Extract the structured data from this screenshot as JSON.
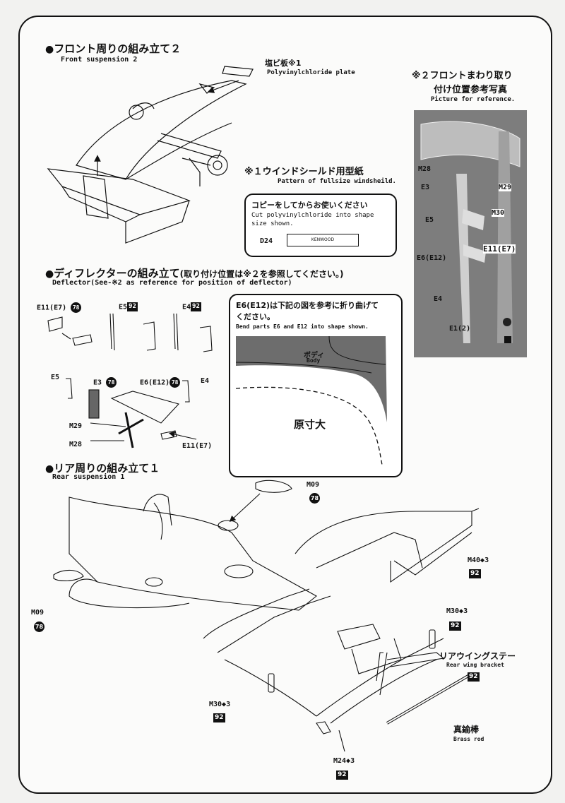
{
  "front2": {
    "title": "フロント周りの組み立て２",
    "subtitle": "Front suspension 2",
    "part_jp": "塩ビ板※1",
    "part_en": "Polyvinylchloride plate"
  },
  "reference": {
    "title_line1": "※２フロントまわり取り",
    "title_line2": "付け位置参考写真",
    "subtitle": "Picture for reference.",
    "labels": [
      "M28",
      "E3",
      "M29",
      "M30",
      "E5",
      "E11(E7)",
      "E6(E12)",
      "E4",
      "E1(2)"
    ]
  },
  "windshield": {
    "title": "※１ウインドシールド用型紙",
    "subtitle": "Pattern of fullsize windsheild.",
    "note_jp": "コピーをしてからお使いください",
    "note_en1": "Cut polyvinylchloride into shape",
    "note_en2": "size shown.",
    "part_label": "D24",
    "logo_text": "KENWOOD"
  },
  "deflector": {
    "title": "ディフレクターの組み立て",
    "title_paren": "(取り付け位置は※２を参照してください。)",
    "subtitle": "Deflector(See-※2 as reference for position of deflector)",
    "part_e11": "E11(E7)",
    "part_e5": "E5",
    "part_e4": "E4",
    "part_e5b": "E5",
    "part_e3": "E3",
    "part_e6": "E6(E12)",
    "part_e4b": "E4",
    "part_m29": "M29",
    "part_m28": "M28",
    "part_e11b": "E11(E7)",
    "badge_78": "78",
    "badge_92": "92"
  },
  "bend": {
    "note_jp1": "E6(E12)は下記の図を参考に折り曲げて",
    "note_jp2": "ください。",
    "note_en": "Bend parts E6 and E12 into shape shown.",
    "body_jp": "ボディ",
    "body_en": "Body",
    "fullsize": "原寸大"
  },
  "rear1": {
    "title": "リア周りの組み立て１",
    "subtitle": "Rear suspension 1",
    "m09_top": "M09",
    "m09_left": "M09",
    "m40": "M40◆3",
    "m30_right": "M30◆3",
    "wing_jp": "リアウイングステー",
    "wing_en": "Rear wing bracket",
    "m30_left": "M30◆3",
    "brass_jp": "真鍮棒",
    "brass_en": "Brass rod",
    "m24": "M24◆3",
    "badge_78": "78",
    "badge_92": "92"
  },
  "colors": {
    "ink": "#111111",
    "paper": "#fbfbfa",
    "photo": "#8a8a8a"
  }
}
